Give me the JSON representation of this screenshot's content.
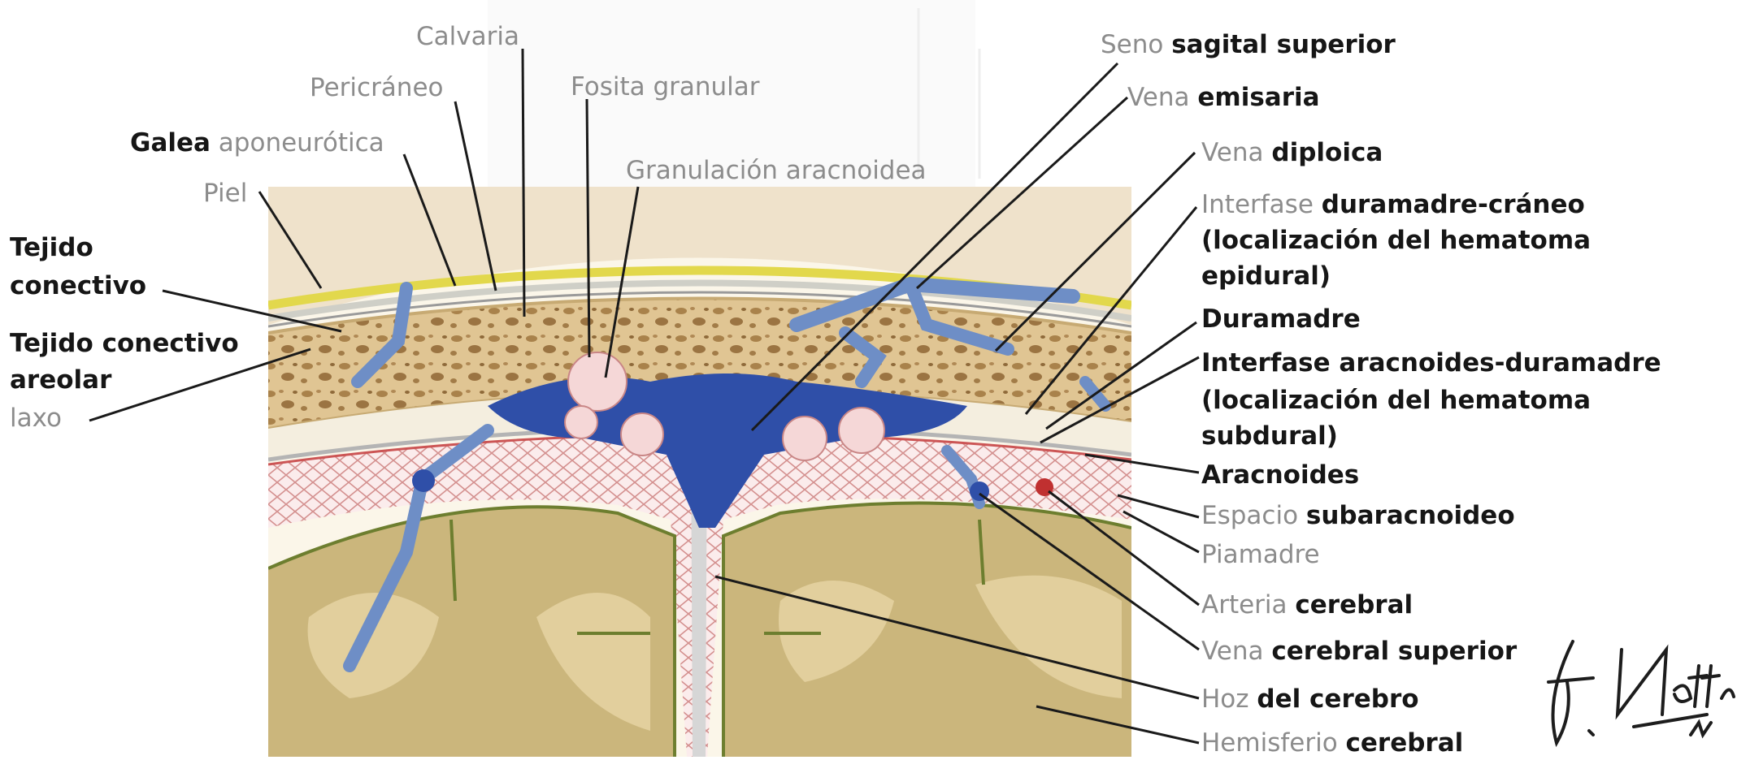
{
  "labels": {
    "calvaria": "Calvaria",
    "pericraneo": "Pericráneo",
    "galea_a": "Galea",
    "galea_b": "aponeurótica",
    "piel": "Piel",
    "tejido_1": "Tejido",
    "tejido_2": "conectivo",
    "areolar_1": "Tejido conectivo",
    "areolar_2": "areolar",
    "areolar_3": "laxo",
    "fosita": "Fosita granular",
    "granulacion": "Granulación aracnoidea",
    "seno_a": "Seno",
    "seno_b": "sagital superior",
    "emisaria_a": "Vena",
    "emisaria_b": "emisaria",
    "diploica_a": "Vena",
    "diploica_b": "diploica",
    "epidural_a": "Interfase",
    "epidural_b": "duramadre-cráneo",
    "epidural_2": "(localización del hematoma",
    "epidural_3": "epidural)",
    "duramadre": "Duramadre",
    "subdural_1": "Interfase aracnoides-duramadre",
    "subdural_2": "(localización del hematoma",
    "subdural_3": "subdural)",
    "aracnoides": "Aracnoides",
    "espacio_a": "Espacio",
    "espacio_b": "subaracnoideo",
    "piamadre": "Piamadre",
    "arteria_a": "Arteria",
    "arteria_b": "cerebral",
    "vena_sup_a": "Vena",
    "vena_sup_b": "cerebral superior",
    "hoz_a": "Hoz",
    "hoz_b": "del cerebro",
    "hemisferio_a": "Hemisferio",
    "hemisferio_b": "cerebral"
  },
  "signature": "F. Netter M.D."
}
